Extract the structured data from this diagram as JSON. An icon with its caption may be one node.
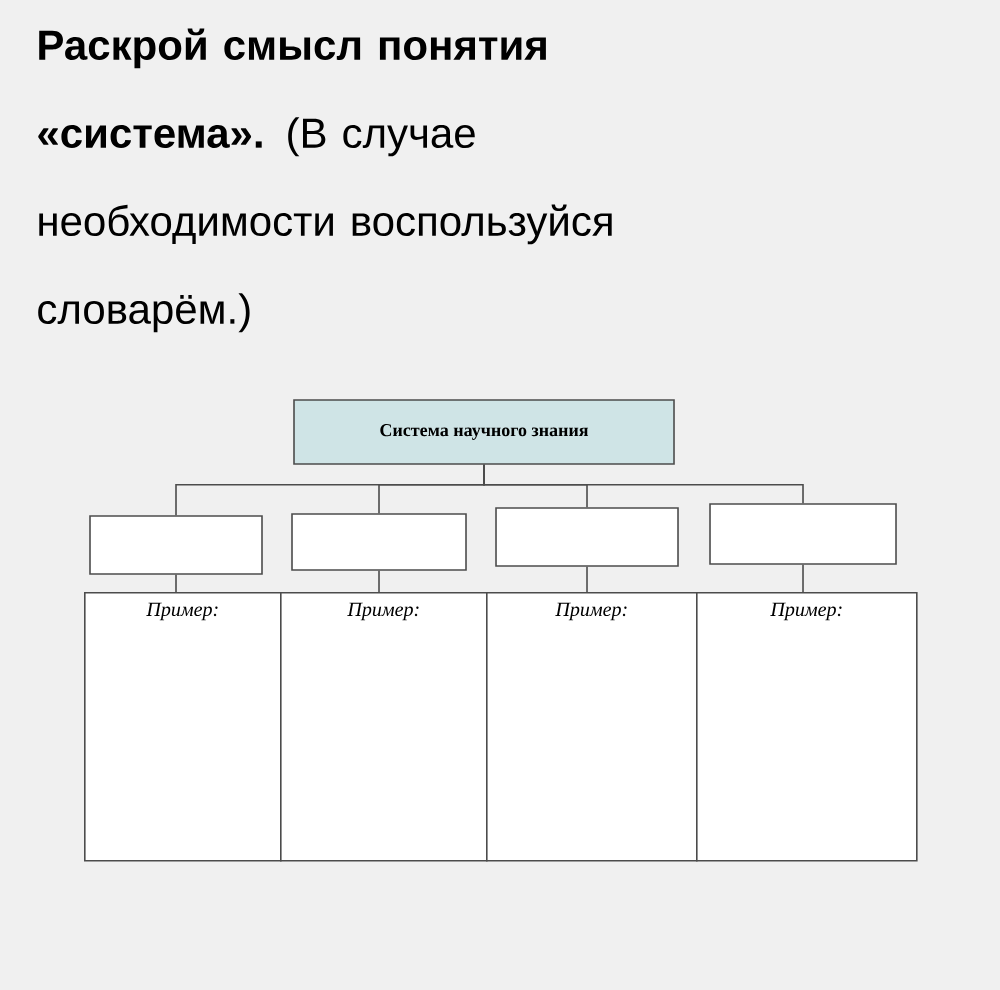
{
  "diagram": {
    "title": "**Раскрой смысл понятия «система».** (В случае необходимости воспользуйся словарём.)",
    "nodes": [
      {
        "text": [
          "Система научного знания"
        ]
      },
      {
        "text": [],
        "shape": "box"
      },
      {
        "text": [],
        "shape": "box"
      },
      {
        "text": [],
        "shape": "box"
      },
      {
        "text": [],
        "shape": "box"
      },
      {
        "text": [
          "Пример:"
        ]
      },
      {
        "text": [
          "Пример:"
        ]
      },
      {
        "text": [
          "Пример:"
        ]
      },
      {
        "text": [
          "Пример:"
        ]
      }
    ],
    "edges": [
      {
        "from": 0,
        "to": 1,
        "arrow": "none"
      },
      {
        "from": 0,
        "to": 2,
        "arrow": "none"
      },
      {
        "from": 0,
        "to": 3,
        "arrow": "none"
      },
      {
        "from": 0,
        "to": 4,
        "arrow": "none"
      },
      {
        "from": 1,
        "to": 5,
        "arrow": "none"
      },
      {
        "from": 2,
        "to": 6,
        "arrow": "none"
      },
      {
        "from": 3,
        "to": 7,
        "arrow": "none"
      },
      {
        "from": 4,
        "to": 8,
        "arrow": "none"
      }
    ]
  }
}
